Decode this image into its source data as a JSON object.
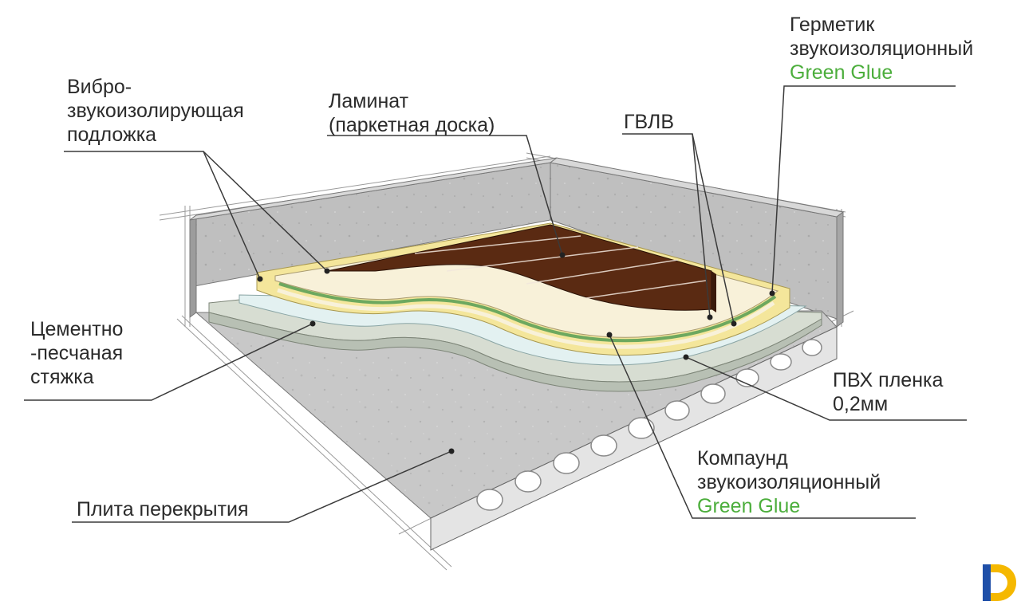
{
  "labels": {
    "vibro": [
      "Вибро-",
      "звукоизолирующая",
      "подложка"
    ],
    "laminate": [
      "Ламинат",
      "(паркетная доска)"
    ],
    "gvlv": "ГВЛВ",
    "sealant": [
      "Герметик",
      "звукоизоляционный"
    ],
    "sealant_brand": "Green Glue",
    "screed": [
      "Цементно",
      "-песчаная",
      "стяжка"
    ],
    "pvc": [
      "ПВХ пленка",
      "0,2мм"
    ],
    "compound": [
      "Компаунд",
      "звукоизоляционный"
    ],
    "compound_brand": "Green Glue",
    "slab": "Плита перекрытия"
  },
  "colors": {
    "concrete": "#c6c6c6",
    "wall": "#bdbdbd",
    "screed": "#d6dcd2",
    "pvc": "#e3f0f0",
    "underlay": "#f4e7a0",
    "gvlv": "#f7f0d8",
    "glue": "#6da85f",
    "laminate": "#5a2a12",
    "brand_green": "#4cae3c",
    "leader": "#3a3a3a"
  },
  "logo_icon": "brand-logo-icon"
}
